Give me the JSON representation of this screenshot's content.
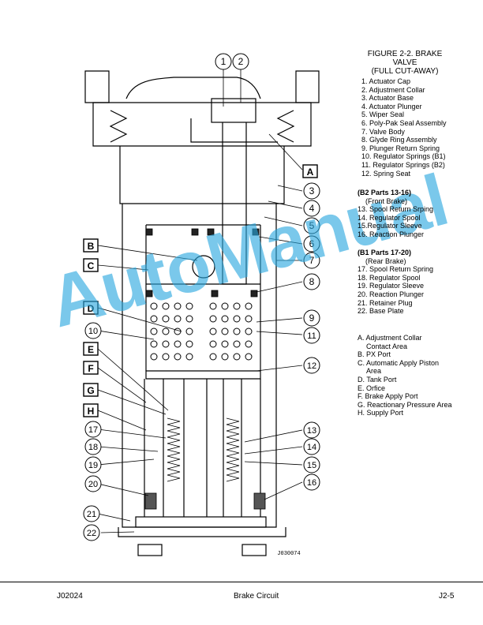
{
  "figure": {
    "title_lines": [
      "FIGURE 2-2. BRAKE",
      "VALVE",
      "(FULL CUT-AWAY)"
    ],
    "parts": [
      "1. Actuator Cap",
      "2. Adjustment Collar",
      "3. Actuator Base",
      "4. Actuator Plunger",
      "5. Wiper Seal",
      "6. Poly-Pak Seal Assembly",
      "7. Valve Body",
      "8. Glyde Ring Assembly",
      "9. Plunger Return Spring",
      "10. Regulator Springs (B1)",
      "11. Regulator Springs (B2)",
      "12. Spring Seat"
    ],
    "group_b2": {
      "heading": "(B2 Parts 13-16)",
      "sub": "(Front Brake)",
      "items": [
        "13. Spool Return Srping",
        "14. Regulator Spool",
        "15.Regulator Sleeve",
        "16. Reaction Plunger"
      ]
    },
    "group_b1": {
      "heading": "(B1 Parts 17-20)",
      "sub": "(Rear Brake)",
      "items": [
        "17. Spool Return Spring",
        "18. Regulator Spool",
        "19. Regulator Sleeve",
        "20. Reaction Plunger",
        "21. Retainer Plug",
        "22. Base Plate"
      ]
    },
    "letters": {
      "a1": "A. Adjustment Collar",
      "a2": "Contact Area",
      "b": "B. PX Port",
      "c1": "C. Automatic Apply Piston",
      "c2": "Area",
      "d": "D. Tank Port",
      "e": "E. Orfice",
      "f": "F. Brake Apply Port",
      "g": "G. Reactionary Pressure Area",
      "h": "H. Supply Port"
    },
    "callouts": {
      "n1": "1",
      "n2": "2",
      "n3": "3",
      "n4": "4",
      "n5": "5",
      "n6": "6",
      "n7": "7",
      "n8": "8",
      "n9": "9",
      "n10": "10",
      "n11": "11",
      "n12": "12",
      "n13": "13",
      "n14": "14",
      "n15": "15",
      "n16": "16",
      "n17": "17",
      "n18": "18",
      "n19": "19",
      "n20": "20",
      "n21": "21",
      "n22": "22",
      "lA": "A",
      "lB": "B",
      "lC": "C",
      "lD": "D",
      "lE": "E",
      "lF": "F",
      "lG": "G",
      "lH": "H"
    },
    "drawing_code": "J030074"
  },
  "watermark": "AutoManual",
  "footer": {
    "left": "J02024",
    "center": "Brake Circuit",
    "right": "J2-5"
  }
}
